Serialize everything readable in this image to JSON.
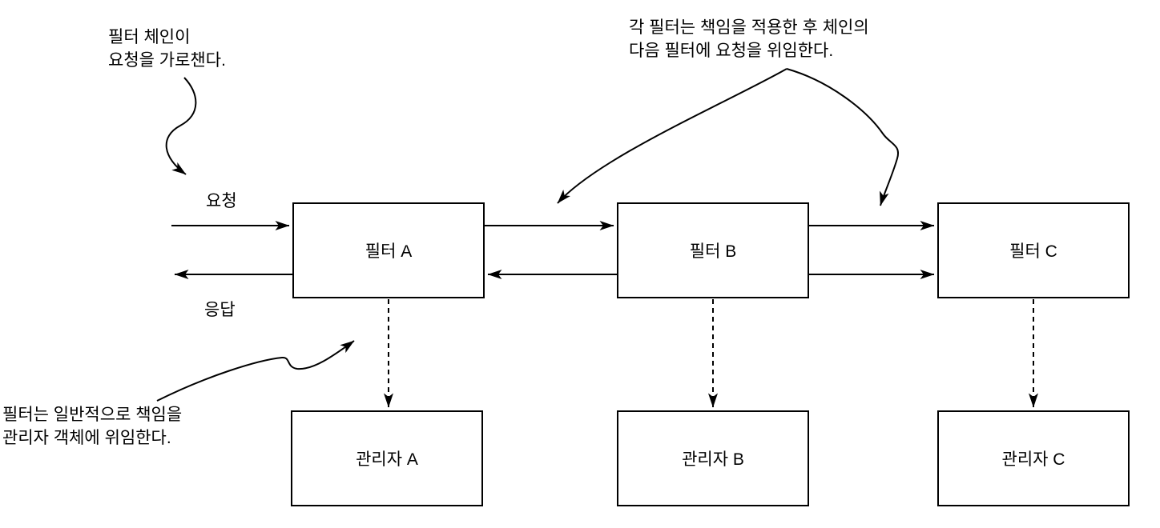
{
  "colors": {
    "background": "#ffffff",
    "line": "#000000",
    "text": "#000000"
  },
  "diagram": {
    "annotations": {
      "top_left": {
        "line1": "필터 체인이",
        "line2": "요청을 가로챈다."
      },
      "top_right": {
        "line1": "각 필터는 책임을 적용한 후 체인의",
        "line2": "다음 필터에 요청을 위임한다."
      },
      "bottom_left": {
        "line1": "필터는 일반적으로 책임을",
        "line2": "관리자 객체에 위임한다."
      }
    },
    "edge_labels": {
      "request": "요청",
      "response": "응답"
    },
    "boxes": {
      "filters": [
        {
          "label": "필터 A"
        },
        {
          "label": "필터 B"
        },
        {
          "label": "필터 C"
        }
      ],
      "managers": [
        {
          "label": "관리자 A"
        },
        {
          "label": "관리자 B"
        },
        {
          "label": "관리자 C"
        }
      ]
    }
  }
}
